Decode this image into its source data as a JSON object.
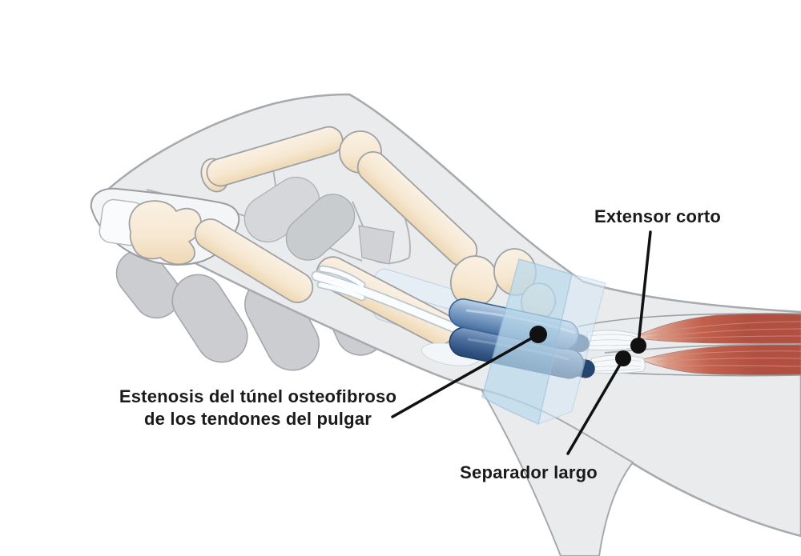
{
  "illustration": {
    "description": "Anatomical diagram of a hand and wrist showing stenosis of the osteofibrous tunnel of the thumb tendons (De Quervain)",
    "labels": {
      "extensor_corto": "Extensor corto",
      "estenosis_line1": "Estenosis del túnel osteofibroso",
      "estenosis_line2": "de los tendones del pulgar",
      "separador_largo": "Separador largo"
    },
    "palette": {
      "background": "#ffffff",
      "skin_light": "#e9ebed",
      "skin_outline": "#a7a9ac",
      "finger_gray": "#cbcdd0",
      "web_gray": "#d5d7da",
      "bone_fill": "#f7ead6",
      "bone_shade": "#eed9b8",
      "bone_outline": "#9fa1a4",
      "sheath_blue_light": "#8fafd2",
      "sheath_blue_dark": "#33568a",
      "retinaculum_blue": "#bcd9ec",
      "muscle_red": "#b35043",
      "tendon_white": "#fbfcfd",
      "label_text": "#1a1a1a",
      "annotation_black": "#111111"
    }
  }
}
